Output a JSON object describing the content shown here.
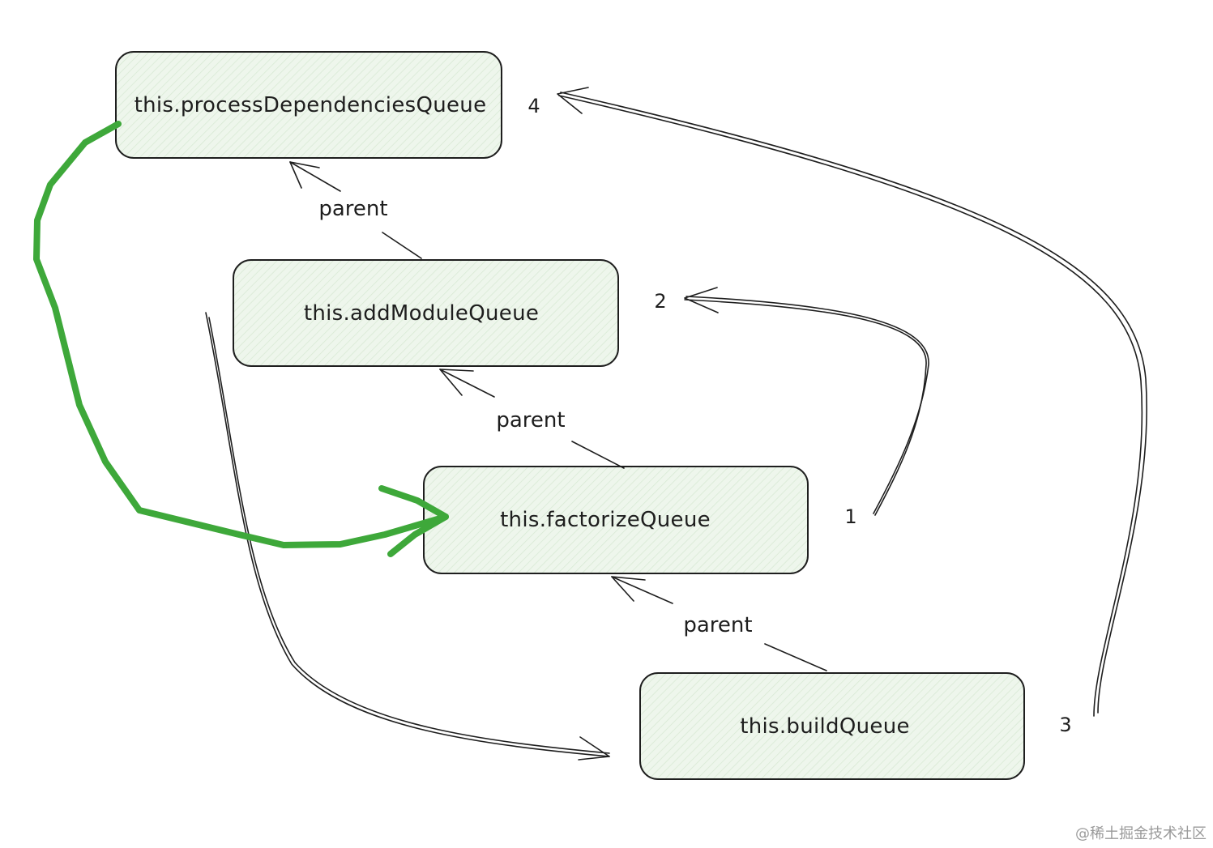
{
  "nodes": {
    "process_dependencies": "this.processDependenciesQueue",
    "add_module": "this.addModuleQueue",
    "factorize": "this.factorizeQueue",
    "build": "this.buildQueue"
  },
  "edge_labels": {
    "add_to_process": "parent",
    "factorize_to_add": "parent",
    "build_to_factorize": "parent"
  },
  "order_numbers": {
    "n1": "1",
    "n2": "2",
    "n3": "3",
    "n4": "4"
  },
  "colors": {
    "node_fill": "#eef6ec",
    "stroke": "#1e1e1e",
    "highlight_arrow": "#3ea83a"
  },
  "watermark": "@稀土掘金技术社区"
}
